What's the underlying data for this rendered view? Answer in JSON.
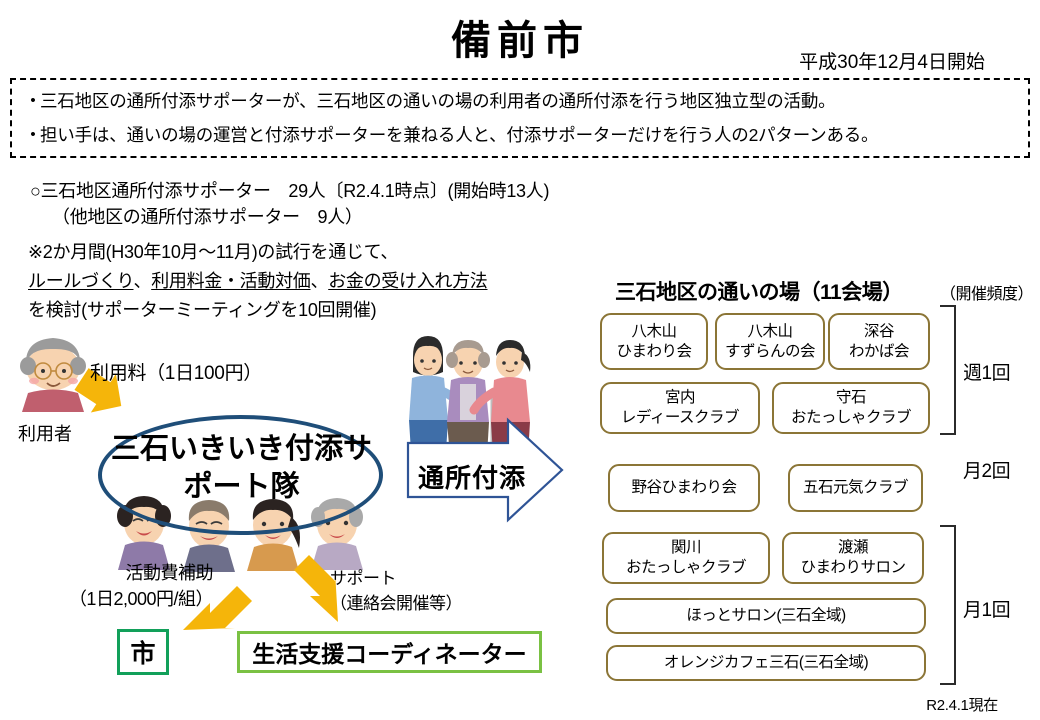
{
  "header": {
    "title": "備前市",
    "start_date": "平成30年12月4日開始"
  },
  "summary_box": {
    "bullet_marker": "•",
    "bullets": [
      "三石地区の通所付添サポーターが、三石地区の通いの場の利用者の通所付添を行う地区独立型の活動。",
      "担い手は、通いの場の運営と付添サポーターを兼ねる人と、付添サポーターだけを行う人の2パターンある。"
    ]
  },
  "counts": {
    "line1": "○三石地区通所付添サポーター　29人〔R2.4.1時点〕(開始時13人)",
    "line2": "（他地区の通所付添サポーター　9人）"
  },
  "note": {
    "line1": "※2か月間(H30年10月～11月)の試行を通じて、",
    "line2_a": "ルールづくり",
    "line2_sep1": "、",
    "line2_b": "利用料金・活動対価",
    "line2_sep2": "、",
    "line2_c": "お金の受け入れ方法",
    "line3": "を検討(サポーターミーティングを10回開催)"
  },
  "diagram": {
    "user_label": "利用者",
    "fee_label": "利用料（1日100円）",
    "oval_line1": "三石いきいき付添サポート隊",
    "subsidy_label": "活動費補助\n（1日2,000円/組）",
    "subsidy_line1": "活動費補助",
    "subsidy_line2": "（1日2,000円/組）",
    "support_line1": "サポート",
    "support_line2": "（連絡会開催等）",
    "city_label": "市",
    "coordinator_label": "生活支援コーディネーター",
    "arrow_label": "通所付添"
  },
  "places": {
    "title": "三石地区の通いの場（11会場）",
    "frequency_header": "（開催頻度）",
    "rows": [
      {
        "boxes": [
          "八木山\nひまわり会",
          "八木山\nすずらんの会",
          "深谷\nわかば会"
        ]
      },
      {
        "boxes": [
          "宮内\nレディースクラブ",
          "守石\nおたっしゃクラブ"
        ]
      },
      {
        "boxes": [
          "野谷ひまわり会",
          "五石元気クラブ"
        ]
      },
      {
        "boxes": [
          "関川\nおたっしゃクラブ",
          "渡瀬\nひまわりサロン"
        ]
      },
      {
        "boxes": [
          "ほっとサロン(三石全域)"
        ]
      },
      {
        "boxes": [
          "オレンジカフェ三石(三石全域)"
        ]
      }
    ],
    "box_labels": {
      "yagiyama_himawari_l1": "八木山",
      "yagiyama_himawari_l2": "ひまわり会",
      "yagiyama_suzuran_l1": "八木山",
      "yagiyama_suzuran_l2": "すずらんの会",
      "fukatani_l1": "深谷",
      "fukatani_l2": "わかば会",
      "miyauchi_l1": "宮内",
      "miyauchi_l2": "レディースクラブ",
      "moriishi_l1": "守石",
      "moriishi_l2": "おたっしゃクラブ",
      "notani": "野谷ひまわり会",
      "goishi": "五石元気クラブ",
      "sekigawa_l1": "関川",
      "sekigawa_l2": "おたっしゃクラブ",
      "watase_l1": "渡瀬",
      "watase_l2": "ひまわりサロン",
      "hotto": "ほっとサロン(三石全域)",
      "orange": "オレンジカフェ三石(三石全域)"
    },
    "frequencies": [
      {
        "label": "週1回"
      },
      {
        "label": "月2回"
      },
      {
        "label": "月1回"
      }
    ]
  },
  "footnote": "R2.4.1現在",
  "colors": {
    "oval_outline": "#1F4E79",
    "box_border": "#8B7536",
    "arrow_yellow": "#F5B50A",
    "city_green": "#12A05A",
    "coordinator_green": "#7AC143",
    "big_arrow_outline": "#2F5496"
  }
}
